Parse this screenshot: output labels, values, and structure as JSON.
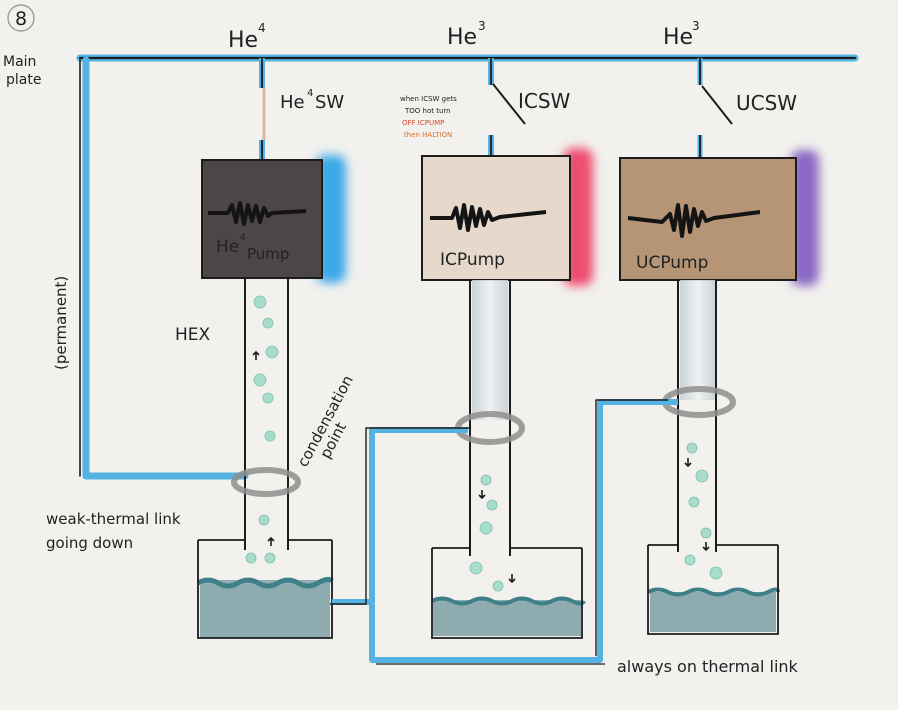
{
  "page_number": "8",
  "main_plate_label": [
    "Main",
    "plate"
  ],
  "lines": [
    {
      "label": "He",
      "sup": "4"
    },
    {
      "label": "He",
      "sup": "3"
    },
    {
      "label": "He",
      "sup": "3"
    }
  ],
  "switches": {
    "he4": {
      "label": "He",
      "sup": "4",
      "tail": "SW"
    },
    "ic": "ICSW",
    "uc": "UCSW"
  },
  "note": [
    "when ICSW gets",
    "TOO hot turn",
    "OFF ICPUMP",
    "then HALTION"
  ],
  "pumps": {
    "he4": {
      "label": "He",
      "sup": "4",
      "tail": "Pump"
    },
    "ic": "ICPump",
    "uc": "UCPump"
  },
  "hex_label": "HEX",
  "condensation_label": [
    "condensation",
    "point"
  ],
  "permanent_label": "(permanent)",
  "weak_link_label": [
    "weak-thermal link",
    "going down"
  ],
  "always_on_label": "always on thermal link",
  "colors": {
    "background": "#f2f1ee",
    "thermal_link": "#54b3e3",
    "he4_pump": "#4d4647",
    "ic_pump": "#e6d9cc",
    "uc_pump": "#b69577",
    "he4_heater_glow": "#3aa8e8",
    "ic_heater_glow": "#ee4d70",
    "uc_heater_glow": "#8a68c4",
    "liquid": "#8eabaf",
    "liquid_surface": "#3f7f88",
    "droplet": "#a8dccd",
    "ring": "#8e8e8c"
  }
}
